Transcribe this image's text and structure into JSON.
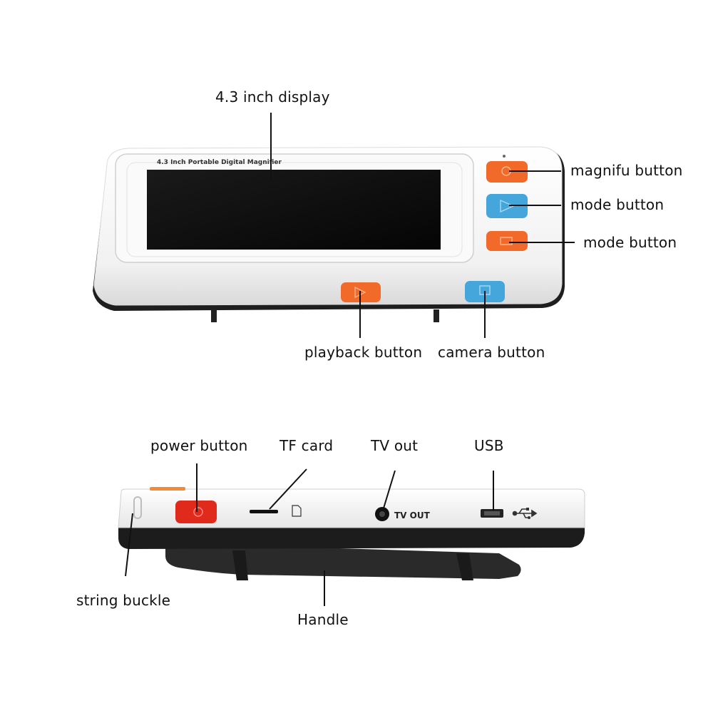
{
  "device_front": {
    "bezel_text": "4.3 Inch Portable Digital Magnifier"
  },
  "device_side": {
    "port_text": "TV OUT"
  },
  "callouts": {
    "display": "4.3 inch display",
    "magnify_button": "magnifu button",
    "mode_button_1": "mode button",
    "mode_button_2": "mode button",
    "playback_button": "playback button",
    "camera_button": "camera button",
    "power_button": "power button",
    "tf_card": "TF card",
    "tv_out": "TV out",
    "usb": "USB",
    "string_buckle": "string buckle",
    "handle": "Handle"
  },
  "colors": {
    "orange": "#f26a2a",
    "blue": "#45a6dc",
    "red": "#e02a1c",
    "body": "#f4f4f4",
    "dark": "#1c1c1c"
  }
}
